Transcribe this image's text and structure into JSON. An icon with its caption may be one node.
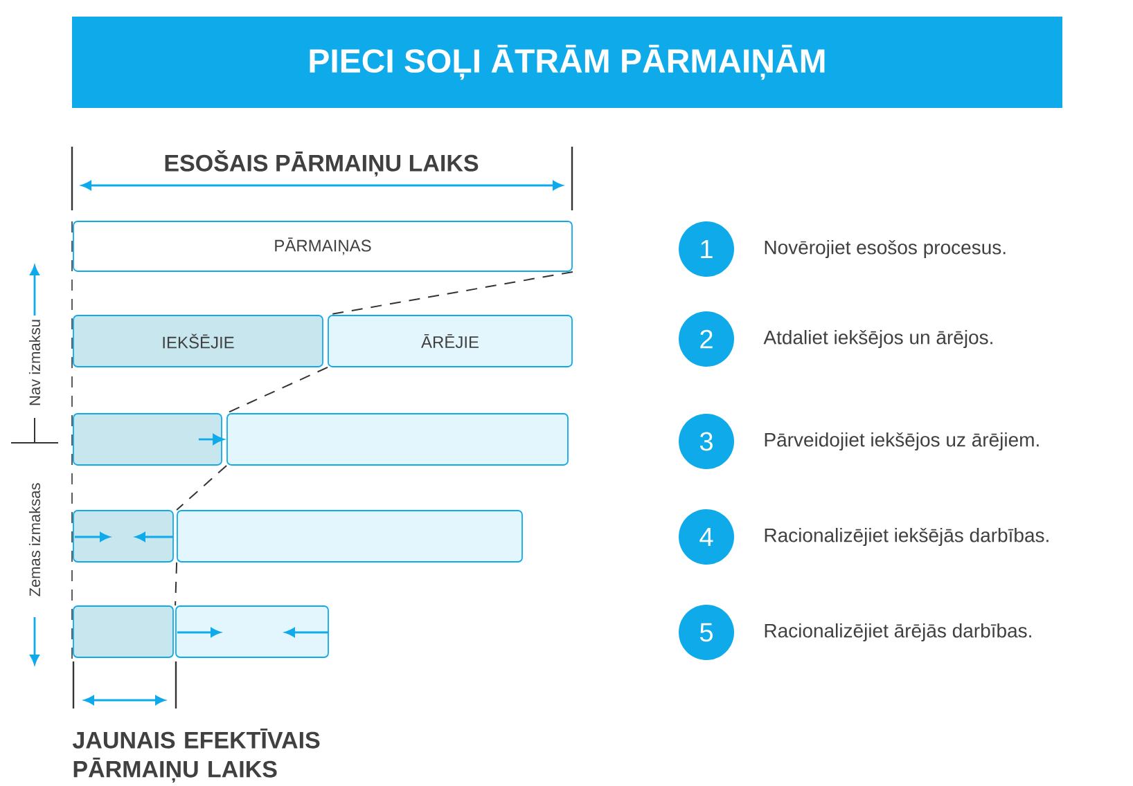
{
  "diagram": {
    "title": "PIECI SOĻI ĀTRĀM PĀRMAIŅĀM",
    "nodes": [
      {
        "text": [
          "PĀRMAIŅAS"
        ]
      },
      {
        "text": [
          "IEKŠĒJIE"
        ]
      },
      {
        "text": [
          "ĀRĒJIE"
        ]
      },
      {
        "text": [],
        "shape": "bar"
      },
      {
        "text": [],
        "shape": "bar"
      },
      {
        "text": [],
        "shape": "bar"
      },
      {
        "text": [],
        "shape": "bar"
      },
      {
        "text": [],
        "shape": "bar"
      },
      {
        "text": [],
        "shape": "bar"
      },
      {
        "text": [
          "1"
        ],
        "beside": [
          "Novērojiet esošos procesus."
        ]
      },
      {
        "text": [
          "2"
        ],
        "beside": [
          "Atdaliet iekšējos un ārējos."
        ]
      },
      {
        "text": [
          "3"
        ],
        "beside": [
          "Pārveidojiet iekšējos uz ārējiem."
        ]
      },
      {
        "text": [
          "4"
        ],
        "beside": [
          "Racionalizējiet iekšējās darbības."
        ]
      },
      {
        "text": [
          "5"
        ],
        "beside": [
          "Racionalizējiet ārējās darbības."
        ]
      }
    ],
    "edges": [
      {
        "from": 0,
        "to": 2,
        "arrow": "none",
        "style": "dashed"
      },
      {
        "from": 2,
        "to": 4,
        "arrow": "none",
        "style": "dashed"
      },
      {
        "from": 4,
        "to": 6,
        "arrow": "none",
        "style": "dashed"
      },
      {
        "from": 6,
        "to": 8,
        "arrow": "none",
        "style": "dashed"
      },
      {
        "from": 3,
        "to": 4,
        "arrow": "to",
        "color": "#0faaea"
      }
    ],
    "labels": [
      "ESOŠAIS PĀRMAIŅU LAIKS",
      "Nav izmaksu",
      "Zemas izmaksas",
      "JAUNAIS EFEKTĪVAIS PĀRMAIŅU LAIKS"
    ]
  }
}
